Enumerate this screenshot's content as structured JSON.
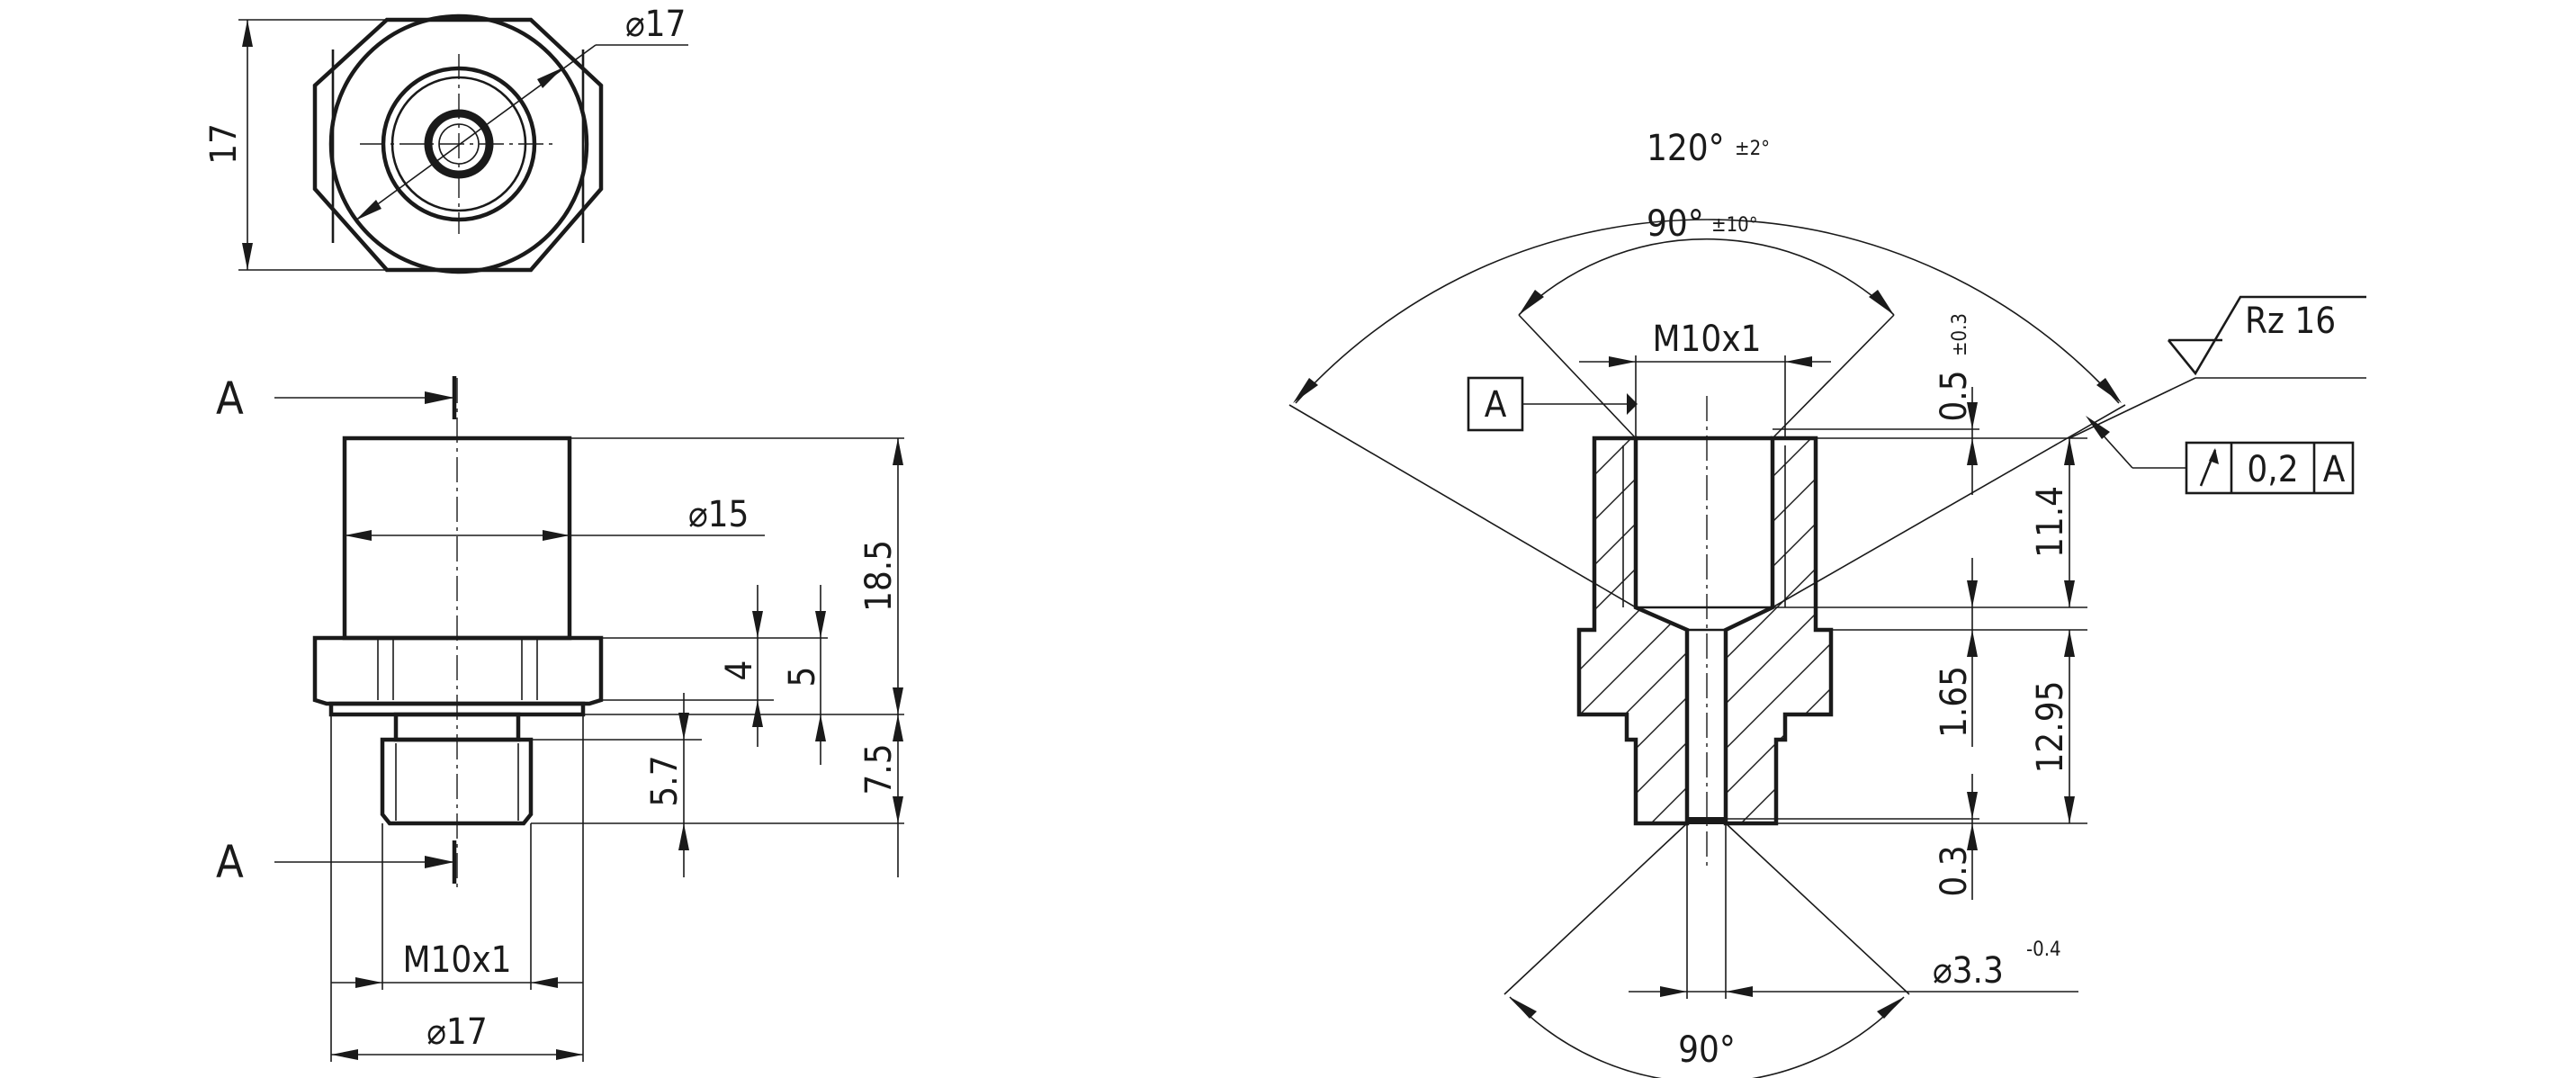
{
  "top_view": {
    "dim_across_flats": "17",
    "dim_circle_dia": "⌀17"
  },
  "side_view": {
    "section_label_top": "A",
    "section_label_bottom": "A",
    "dim_body_dia": "⌀15",
    "dim_total": "18.5",
    "dim_4": "4",
    "dim_5": "5",
    "dim_7_5": "7.5",
    "dim_5_7": "5.7",
    "dim_thread": "M10x1",
    "dim_base_dia": "⌀17"
  },
  "section_view": {
    "angle_outer": "120°",
    "angle_outer_tol": "±2°",
    "angle_inner": "90°",
    "angle_inner_tol": "±10°",
    "thread": "M10x1",
    "datum": "A",
    "dim_0_5": "0.5",
    "dim_0_5_tol": "±0.3",
    "dim_11_4": "11.4",
    "dim_1_65": "1.65",
    "dim_12_95": "12.95",
    "dim_0_3": "0.3",
    "dim_bore": "⌀3.3",
    "dim_bore_tol": "-0.4",
    "angle_bottom": "90°",
    "roughness": "Rz 16",
    "fcf_value": "0,2",
    "fcf_datum": "A"
  }
}
